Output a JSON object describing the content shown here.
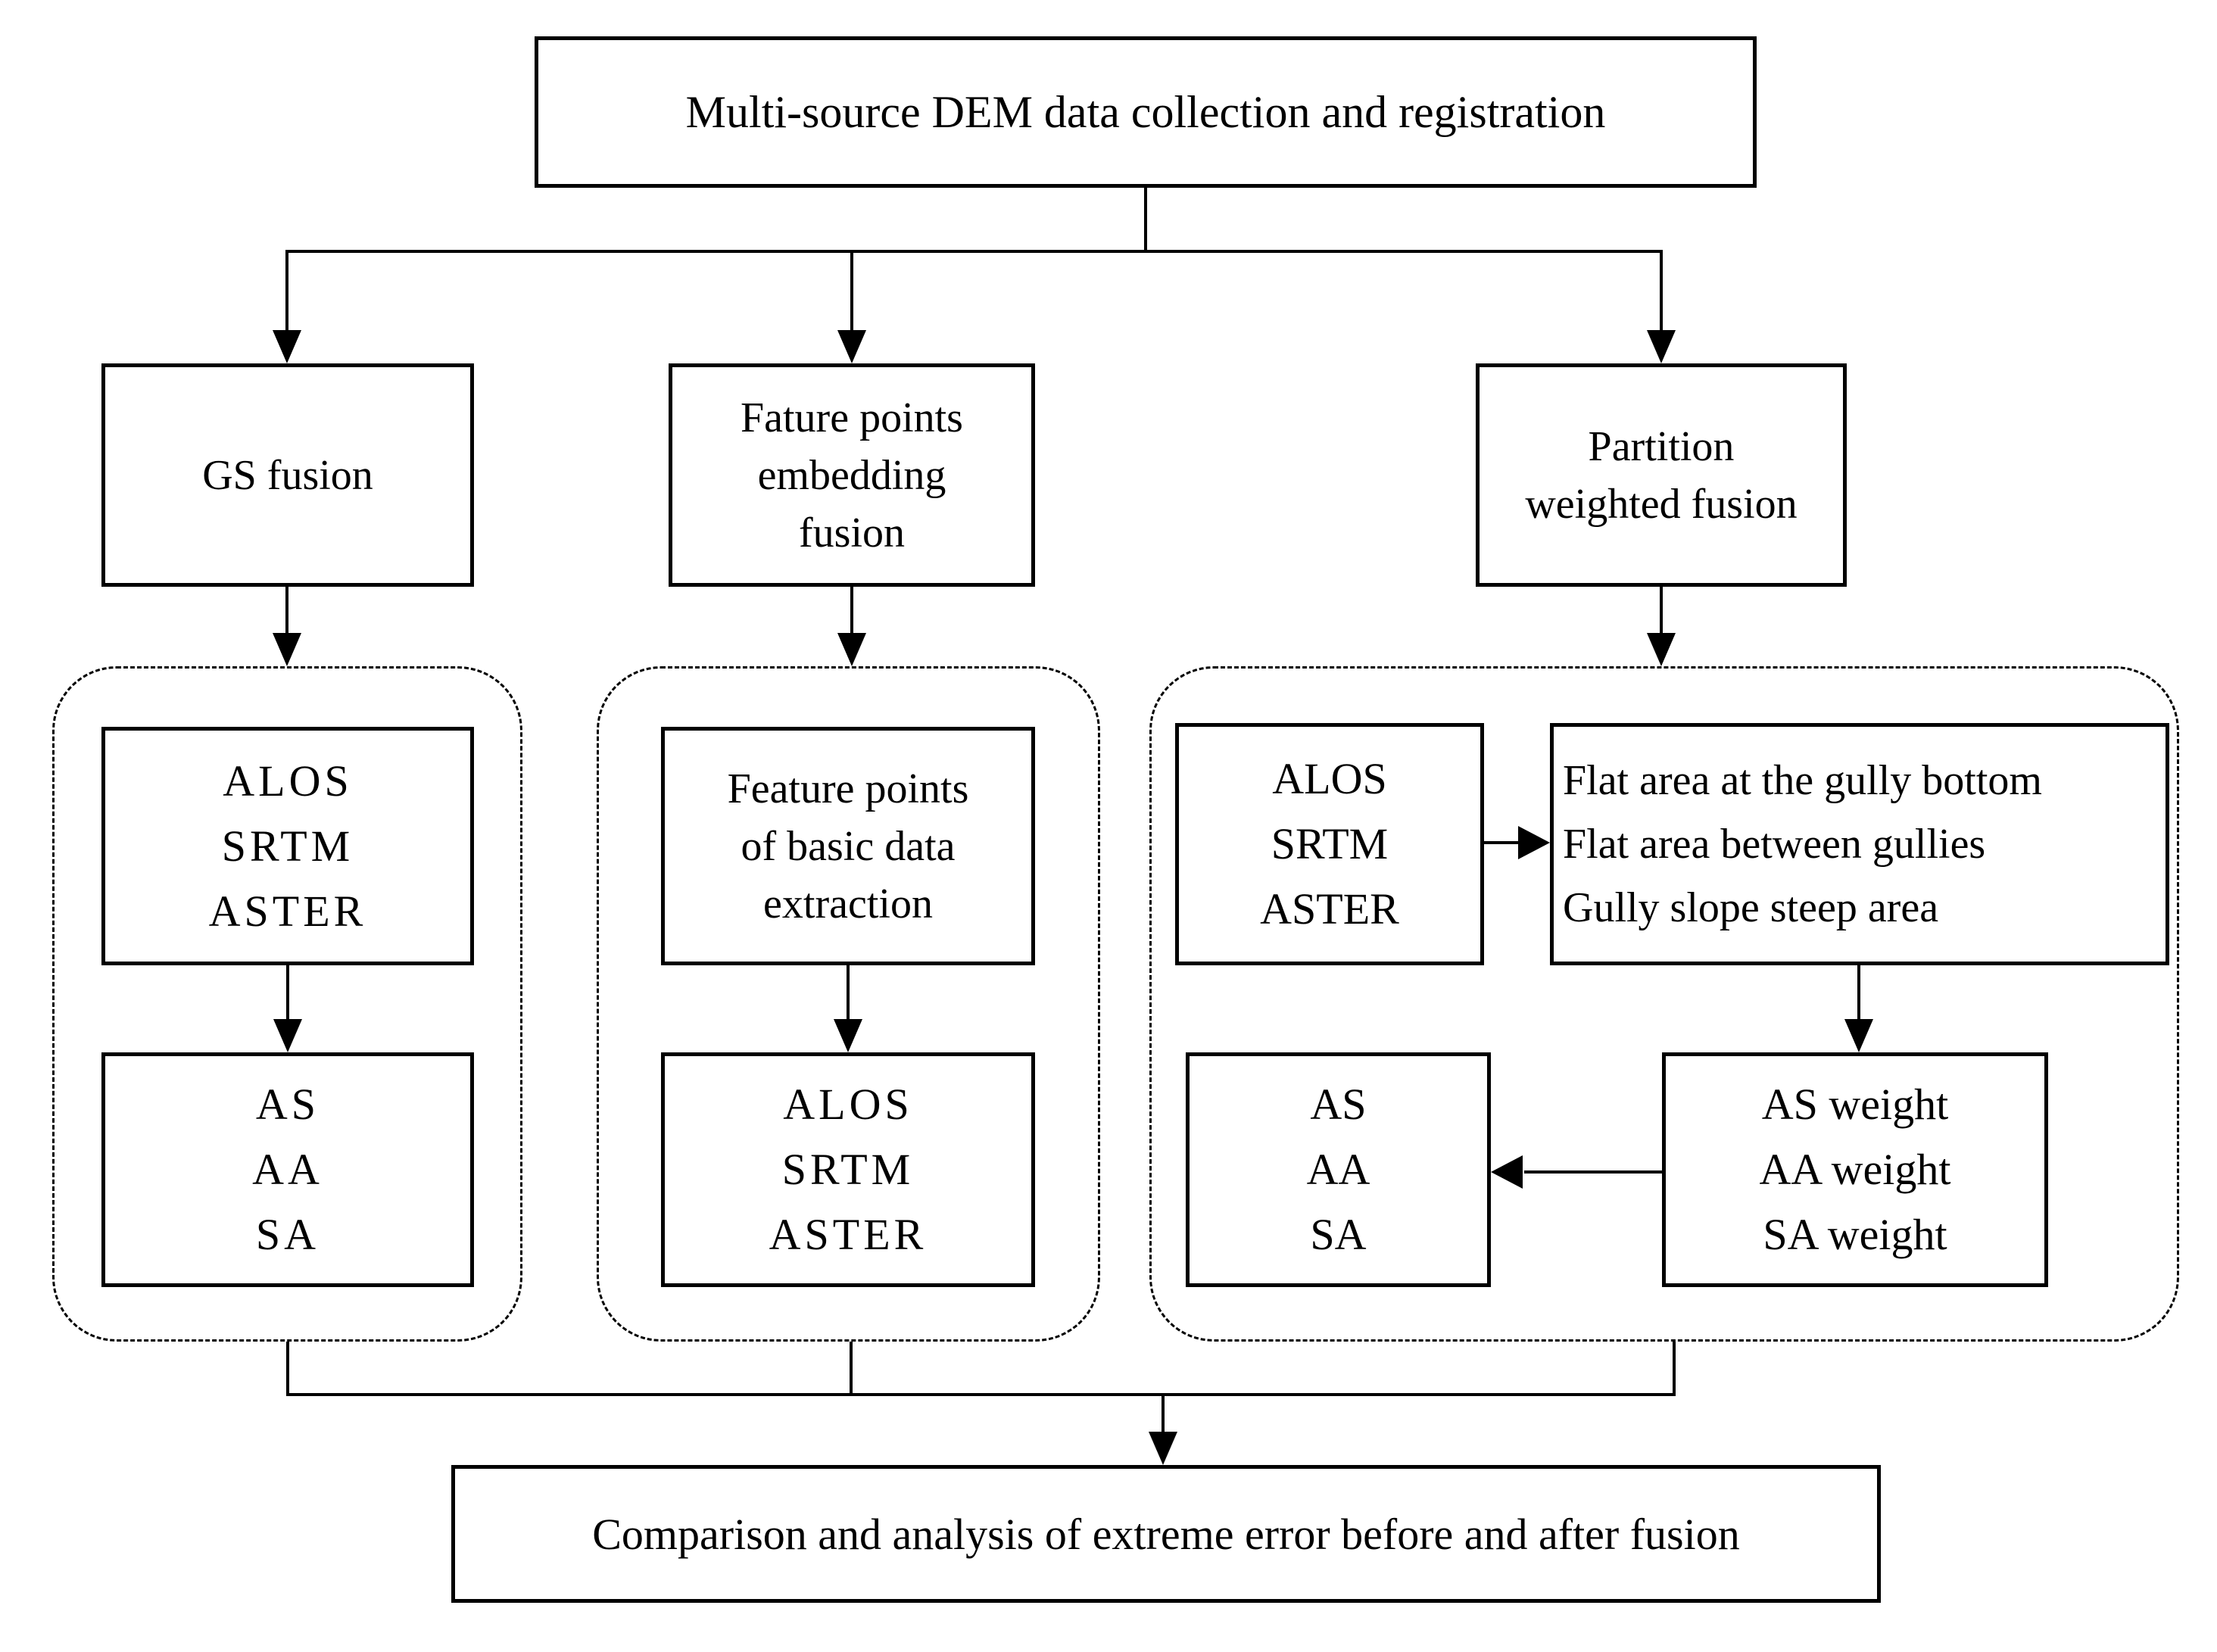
{
  "colors": {
    "line": "#000000",
    "background": "#ffffff"
  },
  "nodes": {
    "top": {
      "text": "Multi-source DEM data collection and registration"
    },
    "gs_fusion": {
      "text": "GS fusion"
    },
    "feature_embedding": {
      "lines": [
        "Fature points",
        "embedding",
        "fusion"
      ]
    },
    "partition_weighted": {
      "lines": [
        "Partition",
        "weighted fusion"
      ]
    },
    "left_sources": {
      "lines": [
        "ALOS",
        "SRTM",
        "ASTER"
      ]
    },
    "left_results": {
      "lines": [
        "AS",
        "AA",
        "SA"
      ]
    },
    "mid_extraction": {
      "lines": [
        "Feature points",
        "of basic data",
        "extraction"
      ]
    },
    "mid_sources": {
      "lines": [
        "ALOS",
        "SRTM",
        "ASTER"
      ]
    },
    "right_sources": {
      "lines": [
        "ALOS",
        "SRTM",
        "ASTER"
      ]
    },
    "right_zones": {
      "lines": [
        "Flat area at the gully bottom",
        "Flat area between gullies",
        "Gully slope steep area"
      ]
    },
    "right_results": {
      "lines": [
        "AS",
        "AA",
        "SA"
      ]
    },
    "right_weights": {
      "lines": [
        "AS weight",
        "AA weight",
        "SA weight"
      ]
    },
    "bottom": {
      "text": "Comparison and analysis of extreme error before and after fusion"
    }
  }
}
